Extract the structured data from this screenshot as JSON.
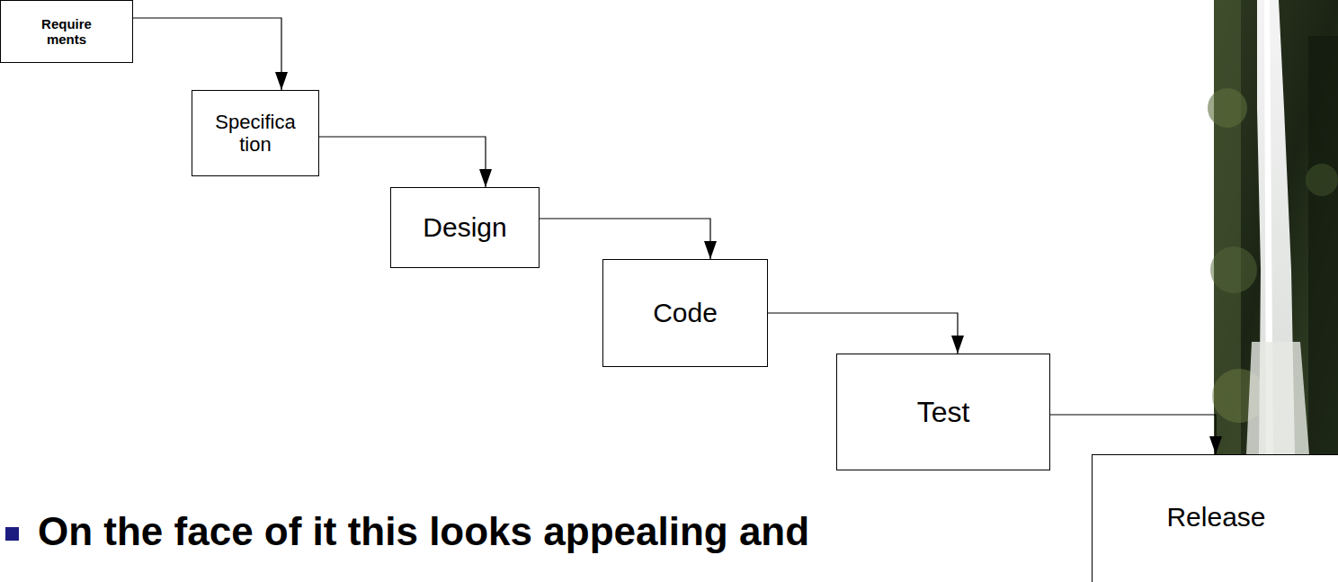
{
  "diagram": {
    "nodes": [
      {
        "text": [
          "Require ments"
        ]
      },
      {
        "text": [
          "Specifica tion"
        ]
      },
      {
        "text": [
          "Design"
        ]
      },
      {
        "text": [
          "Code"
        ]
      },
      {
        "text": [
          "Test"
        ]
      },
      {
        "text": [
          "Release"
        ]
      }
    ],
    "edges": [
      {
        "from": 0,
        "to": 1,
        "arrow": "to"
      },
      {
        "from": 1,
        "to": 2,
        "arrow": "to"
      },
      {
        "from": 2,
        "to": 3,
        "arrow": "to"
      },
      {
        "from": 3,
        "to": 4,
        "arrow": "to"
      },
      {
        "from": 4,
        "to": 5,
        "arrow": "to"
      }
    ],
    "labels": [
      "On the face of it this looks appealing and"
    ]
  }
}
